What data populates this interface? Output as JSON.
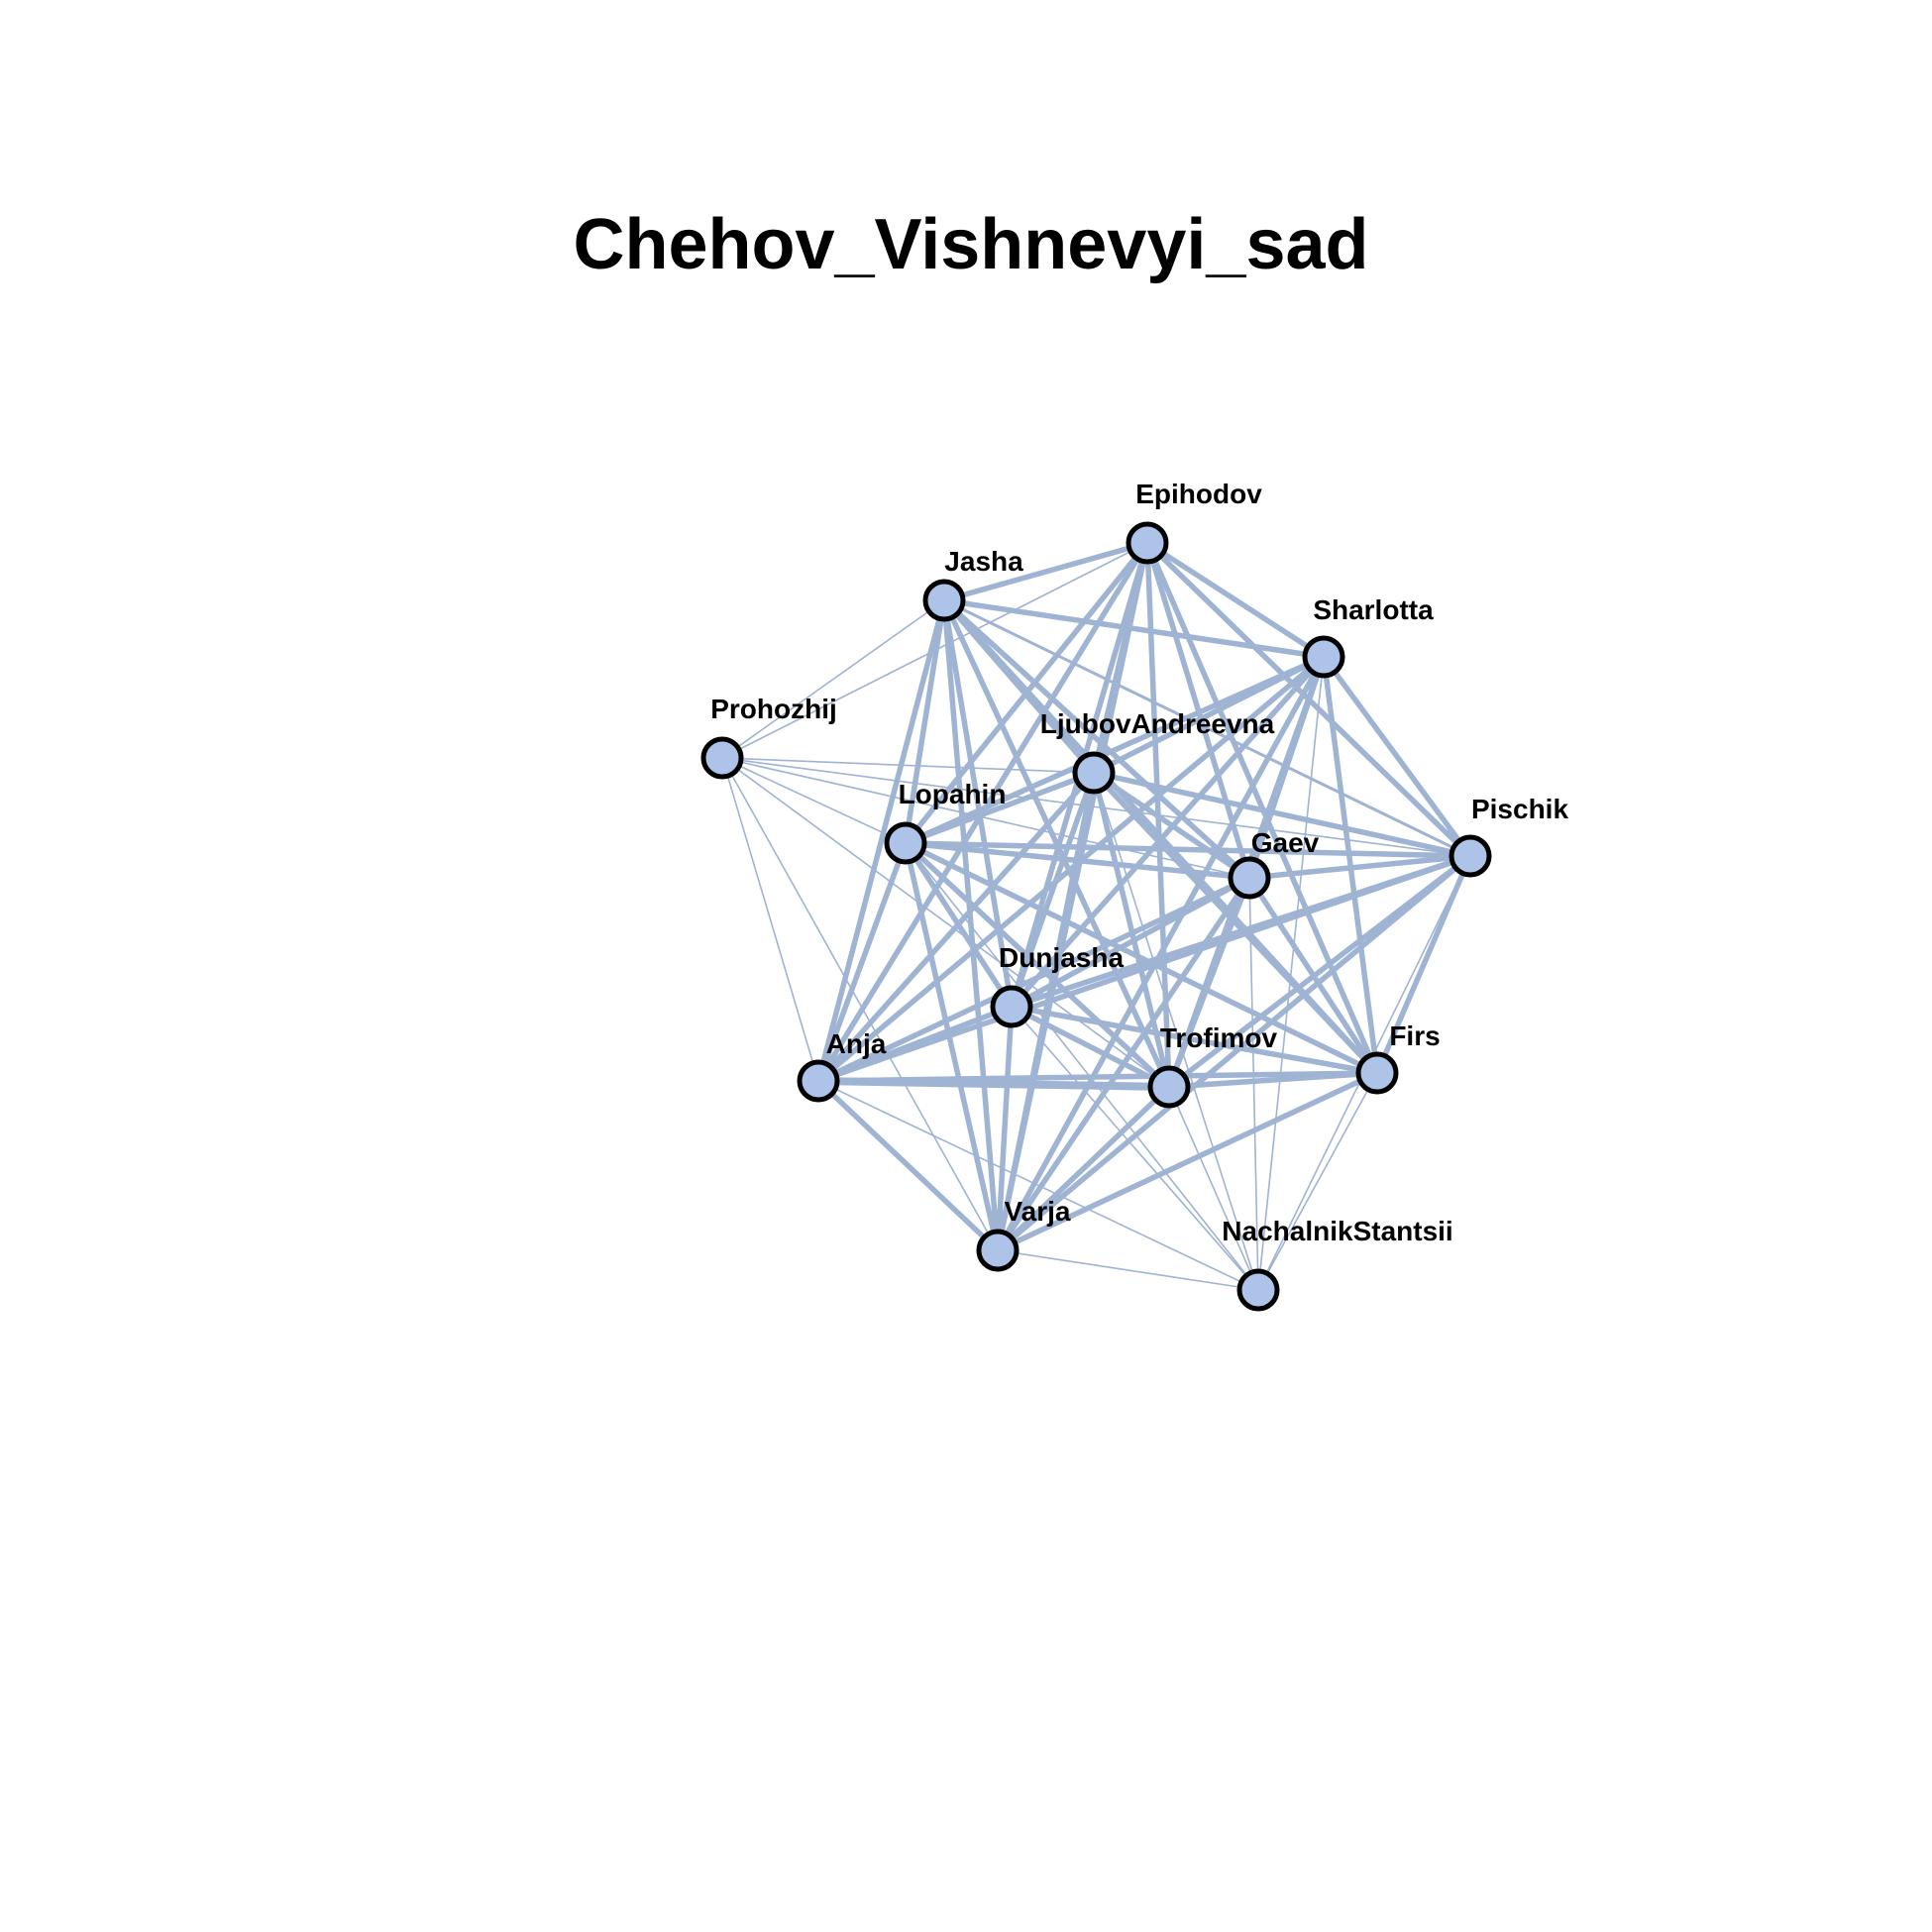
{
  "title": "Chehov_Vishnevyi_sad",
  "colors": {
    "edge": "#9fb3d3",
    "node_fill": "#adc4e8",
    "node_stroke": "#000000",
    "background": "#ffffff"
  },
  "nodes": [
    "Epihodov",
    "Jasha",
    "Sharlotta",
    "Prohozhij",
    "LjubovAndreevna",
    "Lopahin",
    "Pischik",
    "Gaev",
    "Dunjasha",
    "Anja",
    "Trofimov",
    "Firs",
    "Varja",
    "NachalnikStantsii"
  ],
  "edges": [
    {
      "source": "Epihodov",
      "target": "Jasha",
      "weight": 3
    },
    {
      "source": "Epihodov",
      "target": "Sharlotta",
      "weight": 3
    },
    {
      "source": "Epihodov",
      "target": "LjubovAndreevna",
      "weight": 3
    },
    {
      "source": "Epihodov",
      "target": "Lopahin",
      "weight": 3
    },
    {
      "source": "Epihodov",
      "target": "Gaev",
      "weight": 3
    },
    {
      "source": "Epihodov",
      "target": "Dunjasha",
      "weight": 3
    },
    {
      "source": "Epihodov",
      "target": "Anja",
      "weight": 3
    },
    {
      "source": "Epihodov",
      "target": "Trofimov",
      "weight": 3
    },
    {
      "source": "Epihodov",
      "target": "Firs",
      "weight": 3
    },
    {
      "source": "Epihodov",
      "target": "Varja",
      "weight": 3
    },
    {
      "source": "Epihodov",
      "target": "Pischik",
      "weight": 3
    },
    {
      "source": "Epihodov",
      "target": "Prohozhij",
      "weight": 1
    },
    {
      "source": "Jasha",
      "target": "Sharlotta",
      "weight": 3
    },
    {
      "source": "Jasha",
      "target": "LjubovAndreevna",
      "weight": 3
    },
    {
      "source": "Jasha",
      "target": "Lopahin",
      "weight": 3
    },
    {
      "source": "Jasha",
      "target": "Gaev",
      "weight": 3
    },
    {
      "source": "Jasha",
      "target": "Dunjasha",
      "weight": 3
    },
    {
      "source": "Jasha",
      "target": "Anja",
      "weight": 3
    },
    {
      "source": "Jasha",
      "target": "Trofimov",
      "weight": 3
    },
    {
      "source": "Jasha",
      "target": "Firs",
      "weight": 3
    },
    {
      "source": "Jasha",
      "target": "Varja",
      "weight": 3
    },
    {
      "source": "Jasha",
      "target": "Pischik",
      "weight": 2
    },
    {
      "source": "Jasha",
      "target": "Prohozhij",
      "weight": 1
    },
    {
      "source": "Sharlotta",
      "target": "LjubovAndreevna",
      "weight": 3
    },
    {
      "source": "Sharlotta",
      "target": "Lopahin",
      "weight": 3
    },
    {
      "source": "Sharlotta",
      "target": "Gaev",
      "weight": 3
    },
    {
      "source": "Sharlotta",
      "target": "Dunjasha",
      "weight": 3
    },
    {
      "source": "Sharlotta",
      "target": "Anja",
      "weight": 3
    },
    {
      "source": "Sharlotta",
      "target": "Trofimov",
      "weight": 3
    },
    {
      "source": "Sharlotta",
      "target": "Firs",
      "weight": 3
    },
    {
      "source": "Sharlotta",
      "target": "Varja",
      "weight": 3
    },
    {
      "source": "Sharlotta",
      "target": "Pischik",
      "weight": 3
    },
    {
      "source": "Sharlotta",
      "target": "NachalnikStantsii",
      "weight": 1
    },
    {
      "source": "LjubovAndreevna",
      "target": "Lopahin",
      "weight": 3
    },
    {
      "source": "LjubovAndreevna",
      "target": "Gaev",
      "weight": 3
    },
    {
      "source": "LjubovAndreevna",
      "target": "Dunjasha",
      "weight": 3
    },
    {
      "source": "LjubovAndreevna",
      "target": "Anja",
      "weight": 3
    },
    {
      "source": "LjubovAndreevna",
      "target": "Trofimov",
      "weight": 3
    },
    {
      "source": "LjubovAndreevna",
      "target": "Firs",
      "weight": 3
    },
    {
      "source": "LjubovAndreevna",
      "target": "Varja",
      "weight": 3
    },
    {
      "source": "LjubovAndreevna",
      "target": "Pischik",
      "weight": 3
    },
    {
      "source": "LjubovAndreevna",
      "target": "Prohozhij",
      "weight": 1
    },
    {
      "source": "LjubovAndreevna",
      "target": "NachalnikStantsii",
      "weight": 1
    },
    {
      "source": "Lopahin",
      "target": "Gaev",
      "weight": 3
    },
    {
      "source": "Lopahin",
      "target": "Dunjasha",
      "weight": 3
    },
    {
      "source": "Lopahin",
      "target": "Anja",
      "weight": 3
    },
    {
      "source": "Lopahin",
      "target": "Trofimov",
      "weight": 3
    },
    {
      "source": "Lopahin",
      "target": "Firs",
      "weight": 3
    },
    {
      "source": "Lopahin",
      "target": "Varja",
      "weight": 3
    },
    {
      "source": "Lopahin",
      "target": "Pischik",
      "weight": 3
    },
    {
      "source": "Lopahin",
      "target": "Prohozhij",
      "weight": 1
    },
    {
      "source": "Lopahin",
      "target": "NachalnikStantsii",
      "weight": 1
    },
    {
      "source": "Gaev",
      "target": "Dunjasha",
      "weight": 3
    },
    {
      "source": "Gaev",
      "target": "Anja",
      "weight": 3
    },
    {
      "source": "Gaev",
      "target": "Trofimov",
      "weight": 3
    },
    {
      "source": "Gaev",
      "target": "Firs",
      "weight": 3
    },
    {
      "source": "Gaev",
      "target": "Varja",
      "weight": 3
    },
    {
      "source": "Gaev",
      "target": "Pischik",
      "weight": 3
    },
    {
      "source": "Gaev",
      "target": "Prohozhij",
      "weight": 1
    },
    {
      "source": "Gaev",
      "target": "NachalnikStantsii",
      "weight": 1
    },
    {
      "source": "Dunjasha",
      "target": "Anja",
      "weight": 3
    },
    {
      "source": "Dunjasha",
      "target": "Trofimov",
      "weight": 3
    },
    {
      "source": "Dunjasha",
      "target": "Firs",
      "weight": 3
    },
    {
      "source": "Dunjasha",
      "target": "Varja",
      "weight": 3
    },
    {
      "source": "Dunjasha",
      "target": "Pischik",
      "weight": 3
    },
    {
      "source": "Dunjasha",
      "target": "NachalnikStantsii",
      "weight": 1
    },
    {
      "source": "Anja",
      "target": "Trofimov",
      "weight": 4
    },
    {
      "source": "Anja",
      "target": "Firs",
      "weight": 3
    },
    {
      "source": "Anja",
      "target": "Varja",
      "weight": 3
    },
    {
      "source": "Anja",
      "target": "Pischik",
      "weight": 3
    },
    {
      "source": "Anja",
      "target": "Prohozhij",
      "weight": 1
    },
    {
      "source": "Anja",
      "target": "NachalnikStantsii",
      "weight": 1
    },
    {
      "source": "Trofimov",
      "target": "Firs",
      "weight": 3
    },
    {
      "source": "Trofimov",
      "target": "Varja",
      "weight": 3
    },
    {
      "source": "Trofimov",
      "target": "Pischik",
      "weight": 3
    },
    {
      "source": "Trofimov",
      "target": "Prohozhij",
      "weight": 1
    },
    {
      "source": "Trofimov",
      "target": "NachalnikStantsii",
      "weight": 1
    },
    {
      "source": "Firs",
      "target": "Varja",
      "weight": 3
    },
    {
      "source": "Firs",
      "target": "Pischik",
      "weight": 3
    },
    {
      "source": "Firs",
      "target": "NachalnikStantsii",
      "weight": 1
    },
    {
      "source": "Varja",
      "target": "Pischik",
      "weight": 3
    },
    {
      "source": "Varja",
      "target": "Prohozhij",
      "weight": 1
    },
    {
      "source": "Varja",
      "target": "NachalnikStantsii",
      "weight": 1
    },
    {
      "source": "Pischik",
      "target": "NachalnikStantsii",
      "weight": 1
    },
    {
      "source": "Pischik",
      "target": "Prohozhij",
      "weight": 1
    }
  ]
}
